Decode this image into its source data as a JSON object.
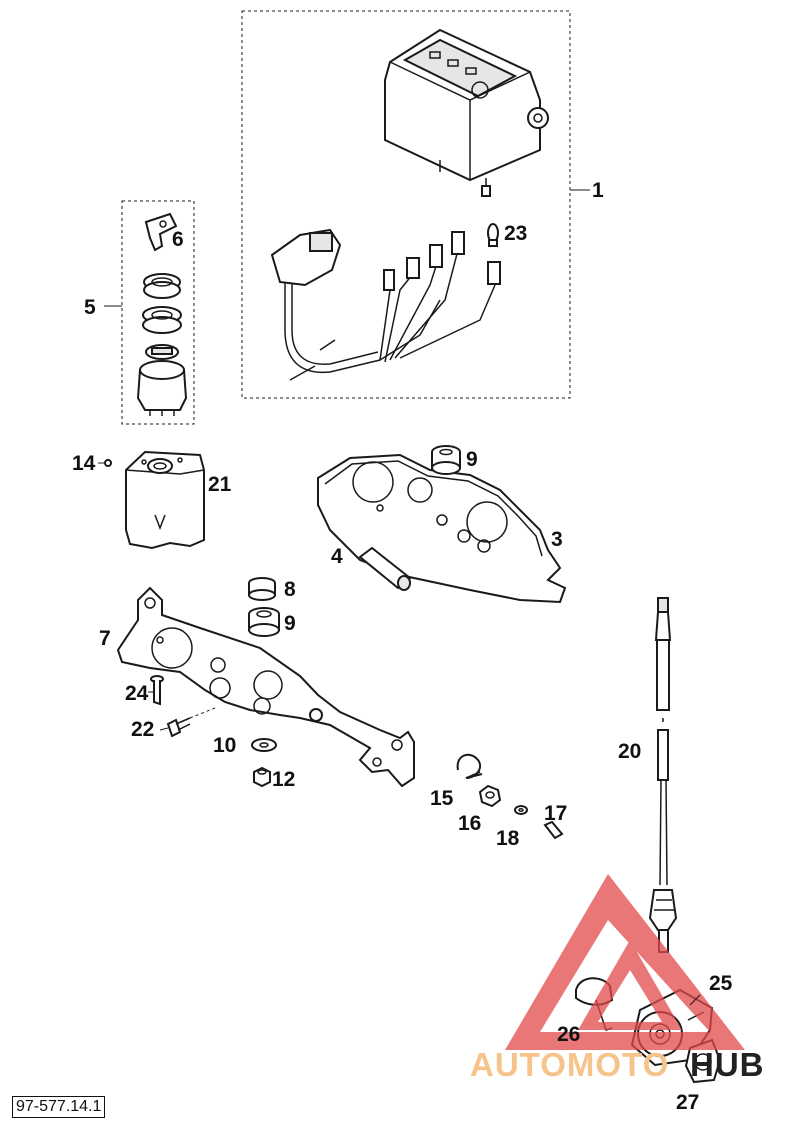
{
  "diagram": {
    "reference_code": "97-577.14.1",
    "watermark": {
      "text_part1": "AUTOMOTO",
      "text_part2": "HUB",
      "color_part1": "#f6c48a",
      "color_part2": "#222222",
      "logo_color": "#e24a4a"
    },
    "callouts": [
      {
        "id": "c1",
        "label": "1"
      },
      {
        "id": "c3",
        "label": "3"
      },
      {
        "id": "c4",
        "label": "4"
      },
      {
        "id": "c5",
        "label": "5"
      },
      {
        "id": "c6",
        "label": "6"
      },
      {
        "id": "c7",
        "label": "7"
      },
      {
        "id": "c8",
        "label": "8"
      },
      {
        "id": "c9a",
        "label": "9"
      },
      {
        "id": "c9b",
        "label": "9"
      },
      {
        "id": "c10",
        "label": "10"
      },
      {
        "id": "c12",
        "label": "12"
      },
      {
        "id": "c14",
        "label": "14"
      },
      {
        "id": "c15",
        "label": "15"
      },
      {
        "id": "c16",
        "label": "16"
      },
      {
        "id": "c17",
        "label": "17"
      },
      {
        "id": "c18",
        "label": "18"
      },
      {
        "id": "c20",
        "label": "20"
      },
      {
        "id": "c21",
        "label": "21"
      },
      {
        "id": "c22",
        "label": "22"
      },
      {
        "id": "c23",
        "label": "23"
      },
      {
        "id": "c24",
        "label": "24"
      },
      {
        "id": "c25",
        "label": "25"
      },
      {
        "id": "c26",
        "label": "26"
      },
      {
        "id": "c27",
        "label": "27"
      }
    ]
  }
}
